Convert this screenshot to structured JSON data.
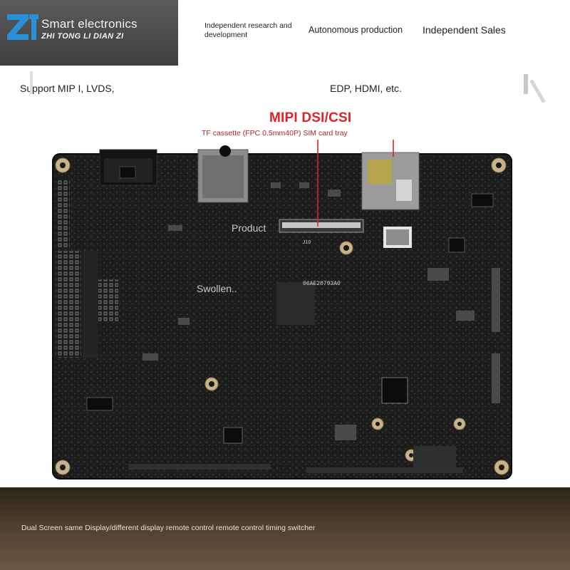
{
  "brand": {
    "name": "Smart electronics",
    "sub": "ZHI TONG LI DIAN ZI"
  },
  "taglines": [
    "Independent research and development",
    "Autonomous production",
    "Independent Sales"
  ],
  "support": {
    "left": "Support MIP I, LVDS,",
    "right": "EDP, HDMI, etc."
  },
  "interface": {
    "title": "MIPI DSI/CSI",
    "note": "TF cassette (FPC 0.5mm40P) SIM card tray"
  },
  "board": {
    "overlay_product": "Product",
    "overlay_swollen": "Swollen..",
    "silk_j10": "J10",
    "silk_code": "06AE20793A0"
  },
  "footer": {
    "text": "Dual Screen same Display/different display remote control remote control timing switcher"
  },
  "colors": {
    "pcb": "#1c1c1c",
    "accent_red": "#e0202a",
    "footer_dark": "#2c241b"
  }
}
